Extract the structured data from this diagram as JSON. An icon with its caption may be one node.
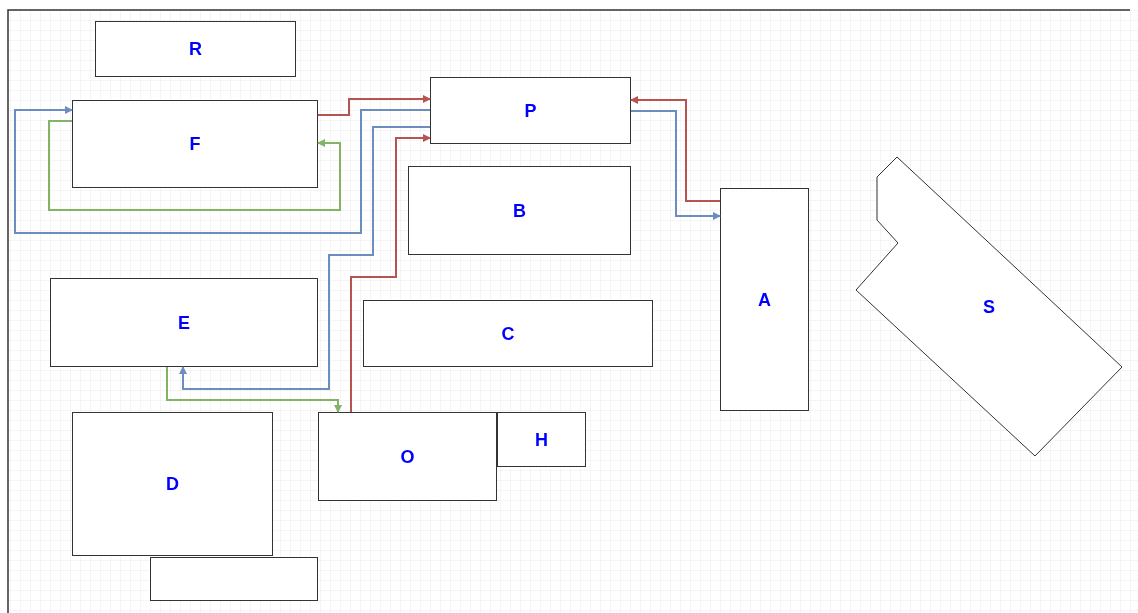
{
  "diagram": {
    "nodes": [
      {
        "text": [
          "R"
        ]
      },
      {
        "text": [
          "F"
        ]
      },
      {
        "text": [
          "P"
        ]
      },
      {
        "text": [
          "B"
        ]
      },
      {
        "text": [
          "E"
        ]
      },
      {
        "text": [
          "C"
        ]
      },
      {
        "text": [
          "A"
        ]
      },
      {
        "text": [
          "S"
        ]
      },
      {
        "text": [
          "O"
        ]
      },
      {
        "text": [
          "H"
        ]
      },
      {
        "text": [
          "D"
        ]
      },
      {
        "text": [],
        "shape": "box"
      }
    ],
    "edges": [
      {
        "from": 1,
        "to": 2,
        "arrow": "to",
        "color": "#b85450"
      },
      {
        "from": 2,
        "to": 1,
        "arrow": "to",
        "color": "#6c8ebf"
      },
      {
        "from": 1,
        "to": 1,
        "arrow": "to",
        "color": "#82b366"
      },
      {
        "from": 2,
        "to": 4,
        "arrow": "to",
        "color": "#6c8ebf"
      },
      {
        "from": 8,
        "to": 2,
        "arrow": "to",
        "color": "#b85450"
      },
      {
        "from": 4,
        "to": 8,
        "arrow": "to",
        "color": "#82b366"
      },
      {
        "from": 6,
        "to": 2,
        "arrow": "to",
        "color": "#b85450"
      },
      {
        "from": 2,
        "to": 6,
        "arrow": "to",
        "color": "#6c8ebf"
      }
    ]
  }
}
